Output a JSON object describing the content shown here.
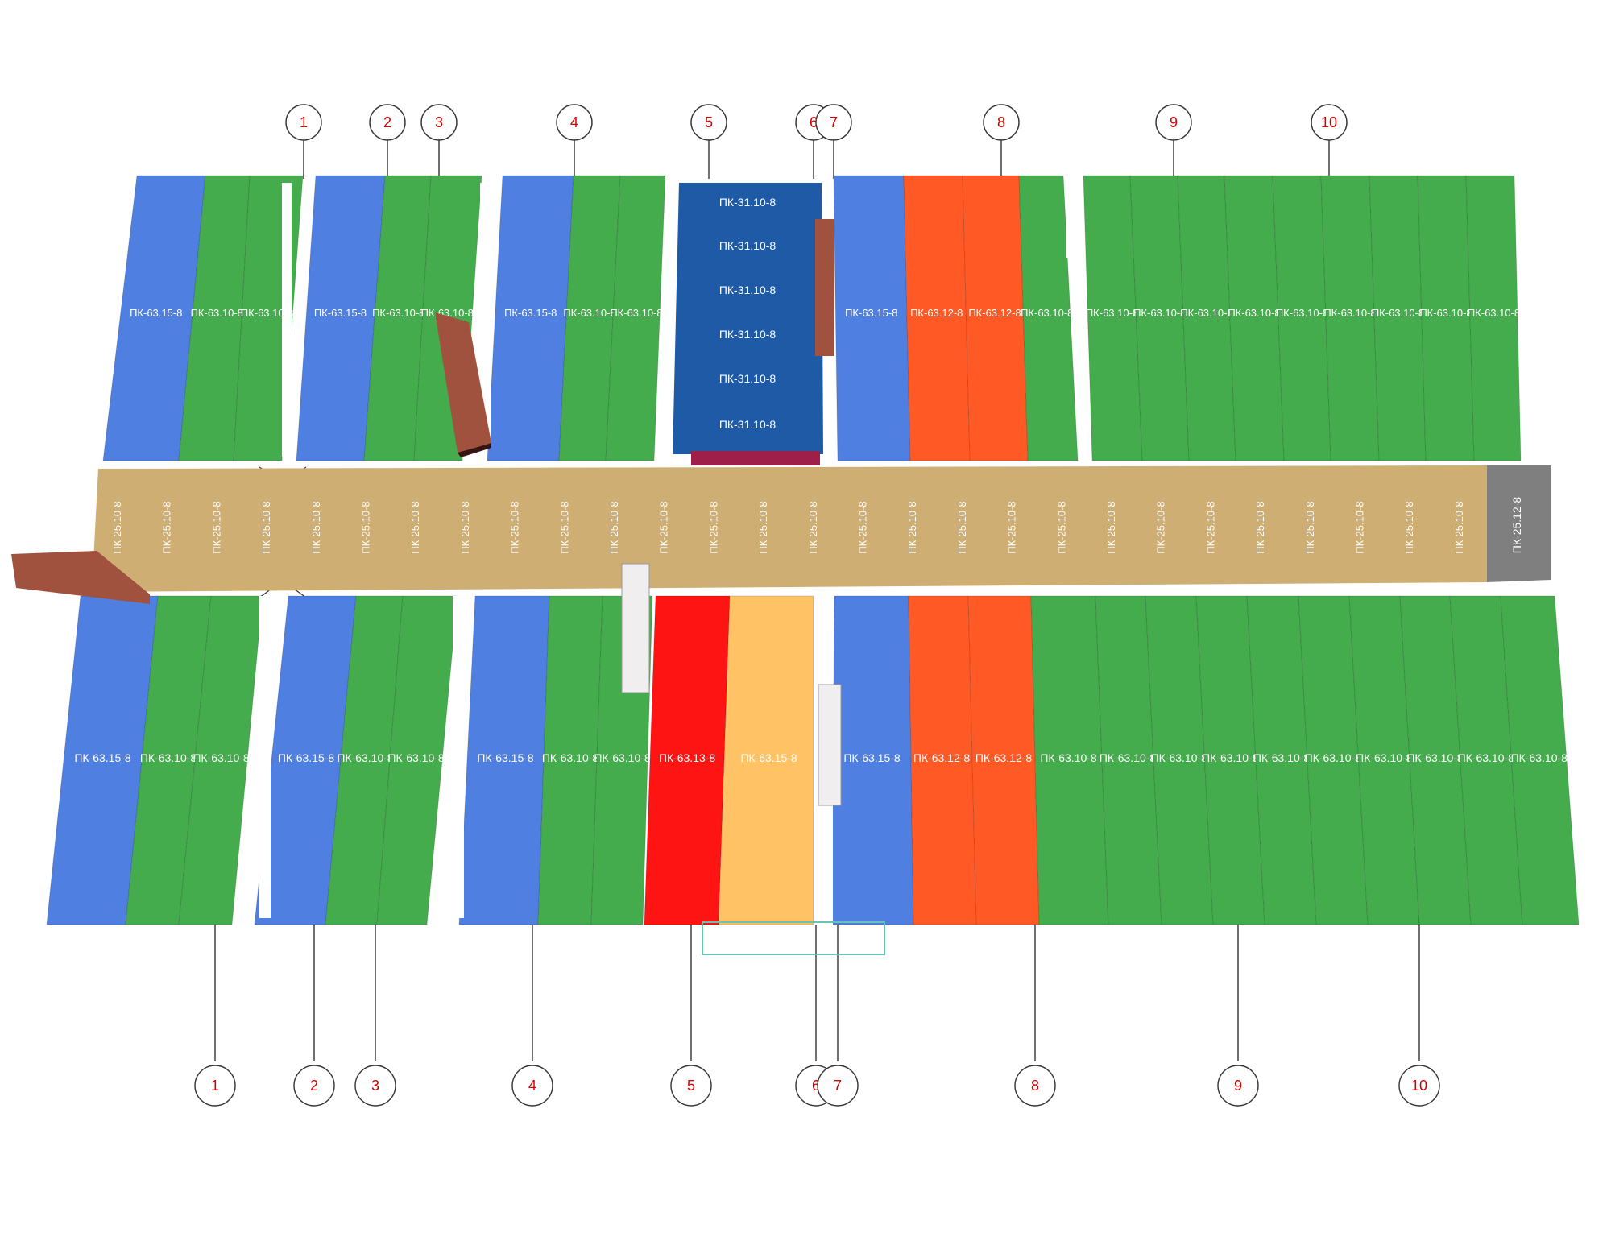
{
  "colors": {
    "blue": "#4f7fe0",
    "green": "#44ac4c",
    "dark_blue": "#1e5aa6",
    "orange": "#ff5a26",
    "red": "#ff1414",
    "yellow": "#ffc264",
    "corridor": "#cfae74",
    "gray": "#7f7f7f",
    "grid_label": "#d40000",
    "brick": "#a0523f",
    "white_block": "#f0eeee",
    "panel_text": "#ffffff"
  },
  "axes_top": [
    {
      "id": "1",
      "label": "1"
    },
    {
      "id": "2",
      "label": "2"
    },
    {
      "id": "3",
      "label": "3"
    },
    {
      "id": "4",
      "label": "4"
    },
    {
      "id": "5",
      "label": "5"
    },
    {
      "id": "6",
      "label": "6"
    },
    {
      "id": "7",
      "label": "7"
    },
    {
      "id": "8",
      "label": "8"
    },
    {
      "id": "9",
      "label": "9"
    },
    {
      "id": "10",
      "label": "10"
    }
  ],
  "axes_bottom": [
    {
      "id": "1",
      "label": "1"
    },
    {
      "id": "2",
      "label": "2"
    },
    {
      "id": "3",
      "label": "3"
    },
    {
      "id": "4",
      "label": "4"
    },
    {
      "id": "5",
      "label": "5"
    },
    {
      "id": "6",
      "label": "6"
    },
    {
      "id": "7",
      "label": "7"
    },
    {
      "id": "8",
      "label": "8"
    },
    {
      "id": "9",
      "label": "9"
    },
    {
      "id": "10",
      "label": "10"
    }
  ],
  "top_slabs": [
    {
      "color": "blue",
      "label": "ПК-63.15-8"
    },
    {
      "color": "green",
      "label": "ПК-63.10-8"
    },
    {
      "color": "green",
      "label": "ПК-63.10-8"
    },
    {
      "color": "blue",
      "label": "ПК-63.15-8"
    },
    {
      "color": "green",
      "label": "ПК-63.10-8"
    },
    {
      "color": "green",
      "label": "ПК-63.10-8"
    },
    {
      "color": "blue",
      "label": "ПК-63.15-8"
    },
    {
      "color": "green",
      "label": "ПК-63.10-8"
    },
    {
      "color": "green",
      "label": "ПК-63.10-8"
    },
    {
      "color": "blue",
      "label": "ПК-63.15-8"
    },
    {
      "color": "orange",
      "label": "ПК-63.12-8"
    },
    {
      "color": "orange",
      "label": "ПК-63.12-8"
    },
    {
      "color": "green",
      "label": "ПК-63.10-8"
    },
    {
      "color": "green",
      "label": "ПК-63.10-8"
    },
    {
      "color": "green",
      "label": "ПК-63.10-8"
    },
    {
      "color": "green",
      "label": "ПК-63.10-8"
    },
    {
      "color": "green",
      "label": "ПК-63.10-8"
    },
    {
      "color": "green",
      "label": "ПК-63.10-8"
    },
    {
      "color": "green",
      "label": "ПК-63.10-8"
    },
    {
      "color": "green",
      "label": "ПК-63.10-8"
    },
    {
      "color": "green",
      "label": "ПК-63.10-8"
    },
    {
      "color": "green",
      "label": "ПК-63.10-8"
    }
  ],
  "stair_slabs": [
    "ПК-31.10-8",
    "ПК-31.10-8",
    "ПК-31.10-8",
    "ПК-31.10-8",
    "ПК-31.10-8",
    "ПК-31.10-8"
  ],
  "corridor": {
    "labels": [
      "ПК-25.10-8",
      "ПК-25.10-8",
      "ПК-25.10-8",
      "ПК-25.10-8",
      "ПК-25.10-8",
      "ПК-25.10-8",
      "ПК-25.10-8",
      "ПК-25.10-8",
      "ПК-25.10-8",
      "ПК-25.10-8",
      "ПК-25.10-8",
      "ПК-25.10-8",
      "ПК-25.10-8",
      "ПК-25.10-8",
      "ПК-25.10-8",
      "ПК-25.10-8",
      "ПК-25.10-8",
      "ПК-25.10-8",
      "ПК-25.10-8",
      "ПК-25.10-8",
      "ПК-25.10-8",
      "ПК-25.10-8",
      "ПК-25.10-8",
      "ПК-25.10-8",
      "ПК-25.10-8",
      "ПК-25.10-8",
      "ПК-25.10-8",
      "ПК-25.10-8"
    ],
    "end_label": "ПК-25.12-8"
  },
  "bottom_slabs": [
    {
      "color": "blue",
      "label": "ПК-63.15-8"
    },
    {
      "color": "green",
      "label": "ПК-63.10-8"
    },
    {
      "color": "green",
      "label": "ПК-63.10-8"
    },
    {
      "color": "blue",
      "label": "ПК-63.15-8"
    },
    {
      "color": "green",
      "label": "ПК-63.10-8"
    },
    {
      "color": "green",
      "label": "ПК-63.10-8"
    },
    {
      "color": "blue",
      "label": "ПК-63.15-8"
    },
    {
      "color": "green",
      "label": "ПК-63.10-8"
    },
    {
      "color": "green",
      "label": "ПК-63.10-8"
    },
    {
      "color": "red",
      "label": "ПК-63.13-8"
    },
    {
      "color": "yellow",
      "label": "ПК-63.15-8"
    },
    {
      "color": "blue",
      "label": "ПК-63.15-8"
    },
    {
      "color": "orange",
      "label": "ПК-63.12-8"
    },
    {
      "color": "orange",
      "label": "ПК-63.12-8"
    },
    {
      "color": "green",
      "label": "ПК-63.10-8"
    },
    {
      "color": "green",
      "label": "ПК-63.10-8"
    },
    {
      "color": "green",
      "label": "ПК-63.10-8"
    },
    {
      "color": "green",
      "label": "ПК-63.10-8"
    },
    {
      "color": "green",
      "label": "ПК-63.10-8"
    },
    {
      "color": "green",
      "label": "ПК-63.10-8"
    },
    {
      "color": "green",
      "label": "ПК-63.10-8"
    },
    {
      "color": "green",
      "label": "ПК-63.10-8"
    },
    {
      "color": "green",
      "label": "ПК-63.10-8"
    },
    {
      "color": "green",
      "label": "ПК-63.10-8"
    }
  ]
}
